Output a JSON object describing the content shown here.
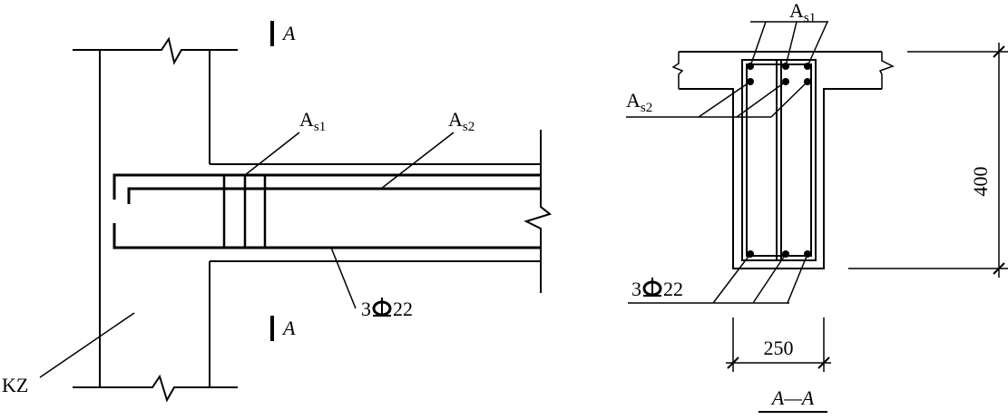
{
  "elevation": {
    "section_mark_letter": "A",
    "column_label": "KZ",
    "label_top_bar": {
      "main": "A",
      "sub": "s1"
    },
    "label_second_bar": {
      "main": "A",
      "sub": "s2"
    },
    "bottom_bars_label": {
      "count": "3",
      "diameter": "22"
    }
  },
  "section": {
    "label_top_bar": {
      "main": "A",
      "sub": "s1"
    },
    "label_second_bar": {
      "main": "A",
      "sub": "s2"
    },
    "bottom_bars_label": {
      "count": "3",
      "diameter": "22"
    },
    "height_dim": "400",
    "width_dim": "250",
    "title": "A—A"
  },
  "colors": {
    "line": "#000000",
    "background": "#ffffff"
  }
}
